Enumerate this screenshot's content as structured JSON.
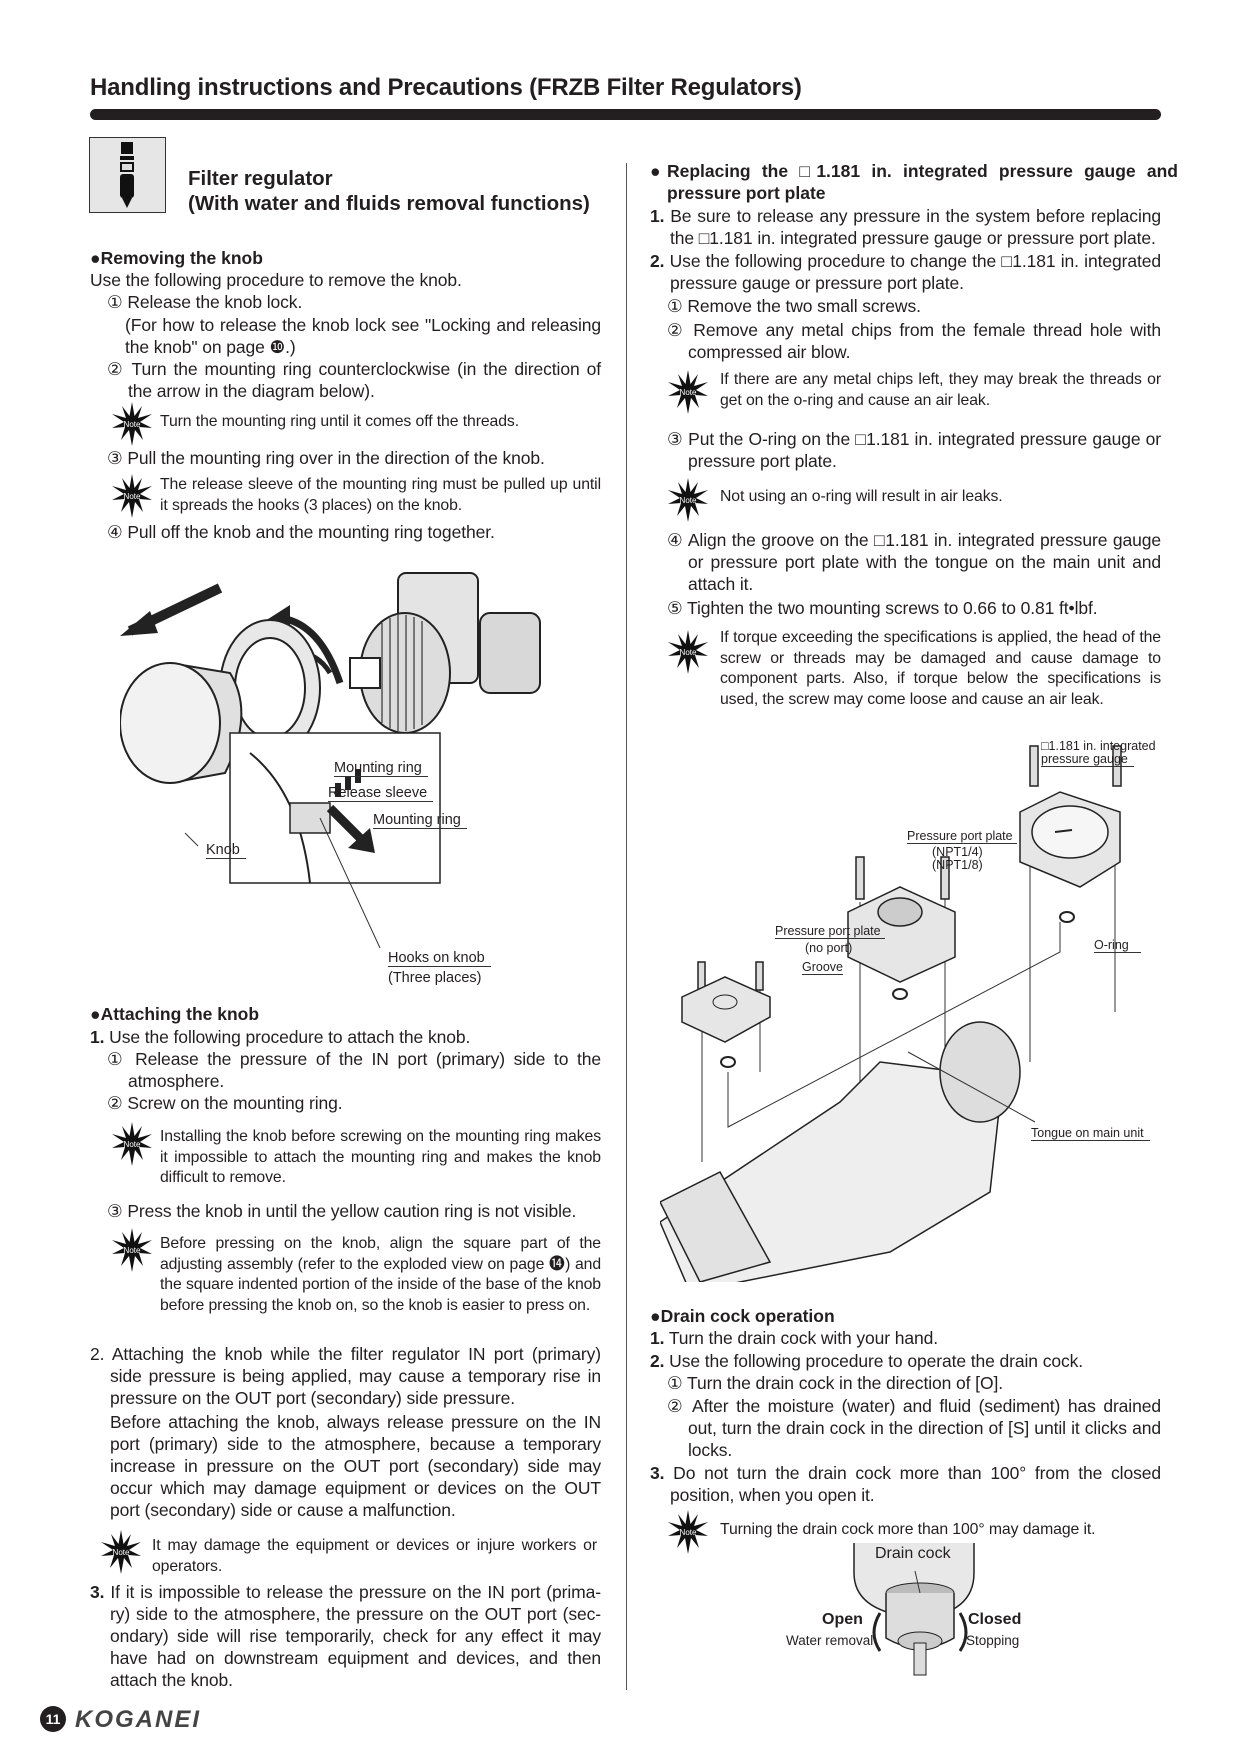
{
  "header": {
    "title": "Handling instructions and Precautions (FRZB Filter Regulators)"
  },
  "section": {
    "title_line1": "Filter regulator",
    "title_line2": "(With water and fluids removal functions)"
  },
  "note_label": "Note",
  "removing": {
    "heading": "●Removing the knob",
    "intro": "Use the following procedure to remove the knob.",
    "s1": "① Release the knob lock.",
    "s1b": "(For how to release the knob lock see \"Locking and releasing the knob\" on page ❿.)",
    "s2": "② Turn the mounting ring counterclockwise (in the direction of the arrow in the diagram below).",
    "note1": "Turn the mounting ring until it comes off the threads.",
    "s3": "③ Pull the mounting ring over in the direction of the knob.",
    "note2": "The release sleeve of the mounting ring must be pulled up until it spreads the hooks (3 places) on the knob.",
    "s4": "④ Pull off the knob and the mounting ring together.",
    "diagram": {
      "mounting_ring": "Mounting ring",
      "release_sleeve": "Release sleeve",
      "mounting_ring2": "Mounting ring",
      "knob": "Knob",
      "hooks": "Hooks on knob",
      "hooks_sub": "(Three places)"
    }
  },
  "attaching": {
    "heading": "●Attaching the knob",
    "p1_num": "1.",
    "p1": "Use the following procedure to attach the knob.",
    "s1": "① Release the pressure of the IN port (primary) side to the atmosphere.",
    "s2": "② Screw on the mounting ring.",
    "note1": "Installing the knob before screwing on the mounting ring makes it impossible to attach the mounting ring and makes the knob difficult to remove.",
    "s3": "③ Press the knob in until the yellow caution ring is not visible.",
    "note2": "Before pressing on the knob, align the square part of the adjusting assembly (refer to the exploded view on page ⓮) and the square indented portion of the inside of the base of the knob before pressing the knob on, so the knob is easier to press on.",
    "p2_num": "2.",
    "p2": "Attaching the knob while the filter regulator IN port (primary) side pressure is being applied, may cause a temporary rise in pressure on the OUT port (secondary) side pressure.",
    "p2b": "Before attaching the knob, always release pressure on the IN port (primary) side to the atmosphere, because a temporary increase in pressure on the OUT port (secondary) side may occur which may damage equipment or devices on the OUT port (secondary) side or cause a malfunction.",
    "note3": "It may damage the equipment or devices or injure workers or operators.",
    "p3_num": "3.",
    "p3": "If it is impossible to release the pressure on the IN port (prima-ry) side to the atmosphere, the pressure on the OUT port (sec-ondary) side will rise temporarily, check for any effect it may have had on downstream equipment and devices, and then attach the knob."
  },
  "replacing": {
    "heading": "●Replacing the □1.181 in. integrated pressure gauge and pressure port plate",
    "p1_num": "1.",
    "p1": "Be sure to release any pressure in the system before replacing the □1.181 in. integrated pressure gauge or pressure port plate.",
    "p2_num": "2.",
    "p2": "Use the following procedure to change the □1.181 in. integrated pressure gauge or pressure port plate.",
    "s1": "① Remove the two small screws.",
    "s2": "② Remove any metal chips from the female thread hole with compressed air blow.",
    "note1": "If there are any metal chips left, they may break the threads or get on the o-ring and cause an air leak.",
    "s3": "③ Put the O-ring on the □1.181 in. integrated pressure gauge or pressure port plate.",
    "note2": "Not using an o-ring will result in air leaks.",
    "s4": "④ Align the groove on the □1.181 in. integrated pressure gauge or pressure port plate with the tongue on the main unit and attach it.",
    "s5": "⑤ Tighten the two mounting screws to 0.66 to 0.81 ft•lbf.",
    "note3": "If torque exceeding the specifications is applied, the head of the screw or threads may be damaged and cause damage to component parts. Also, if torque below the specifications is used, the screw may come loose and cause an air leak.",
    "diagram": {
      "gauge_line1": "□1.181 in. integrated",
      "gauge_line2": "pressure gauge",
      "port_plate": "Pressure port plate",
      "npt14": "(NPT1/4)",
      "npt18": "(NPT1/8)",
      "port_plate2": "Pressure port plate",
      "no_port": "(no port)",
      "groove": "Groove",
      "oring": "O-ring",
      "tongue": "Tongue on main unit"
    }
  },
  "drain": {
    "heading": "●Drain cock operation",
    "p1_num": "1.",
    "p1": "Turn the drain cock with your hand.",
    "p2_num": "2.",
    "p2": "Use the following procedure to operate the drain cock.",
    "s1": "① Turn the drain cock in the direction of [O].",
    "s2": "② After the moisture (water) and fluid (sediment) has drained out, turn the drain cock in the direction of [S] until it clicks and locks.",
    "p3_num": "3.",
    "p3": "Do not turn the drain cock more than 100° from the closed position, when you open it.",
    "note1": "Turning the drain cock more than 100° may damage it.",
    "diagram": {
      "drain_cock": "Drain cock",
      "open": "Open",
      "water_removal": "Water removal",
      "closed": "Closed",
      "stopping": "Stopping"
    }
  },
  "footer": {
    "page": "11",
    "brand": "KOGANEI"
  }
}
